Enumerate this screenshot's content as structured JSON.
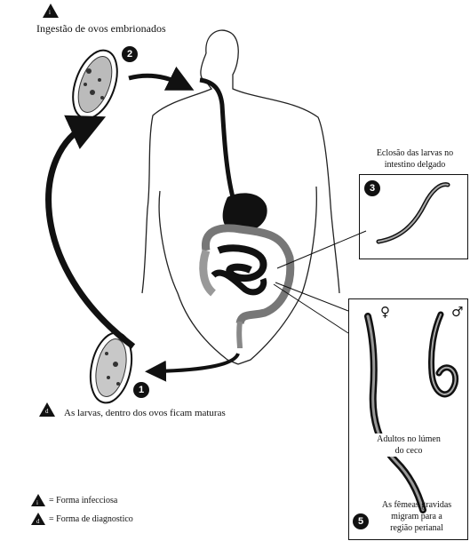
{
  "labels": {
    "ingestion": "Ingestão de ovos embrionados",
    "hatching_line1": "Eclosão das larvas no",
    "hatching_line2": "intestino delgado",
    "larvae_mature": "As larvas, dentro dos ovos ficam maturas",
    "adults_line1": "Adultos no lúmen",
    "adults_line2": "do ceco",
    "females_line1": "As fêmeas gravidas",
    "females_line2": "migram para a",
    "females_line3": "região perianal"
  },
  "steps": {
    "one": "1",
    "two": "2",
    "three": "3",
    "five": "5"
  },
  "stage_markers": {
    "infective": "i",
    "diagnostic": "d"
  },
  "sex_symbols": {
    "female": "♀",
    "male": "♂"
  },
  "legend": {
    "infective": "= Forma infecciosa",
    "diagnostic": "= Forma de diagnostico"
  },
  "colors": {
    "ink": "#111111",
    "background": "#ffffff"
  }
}
